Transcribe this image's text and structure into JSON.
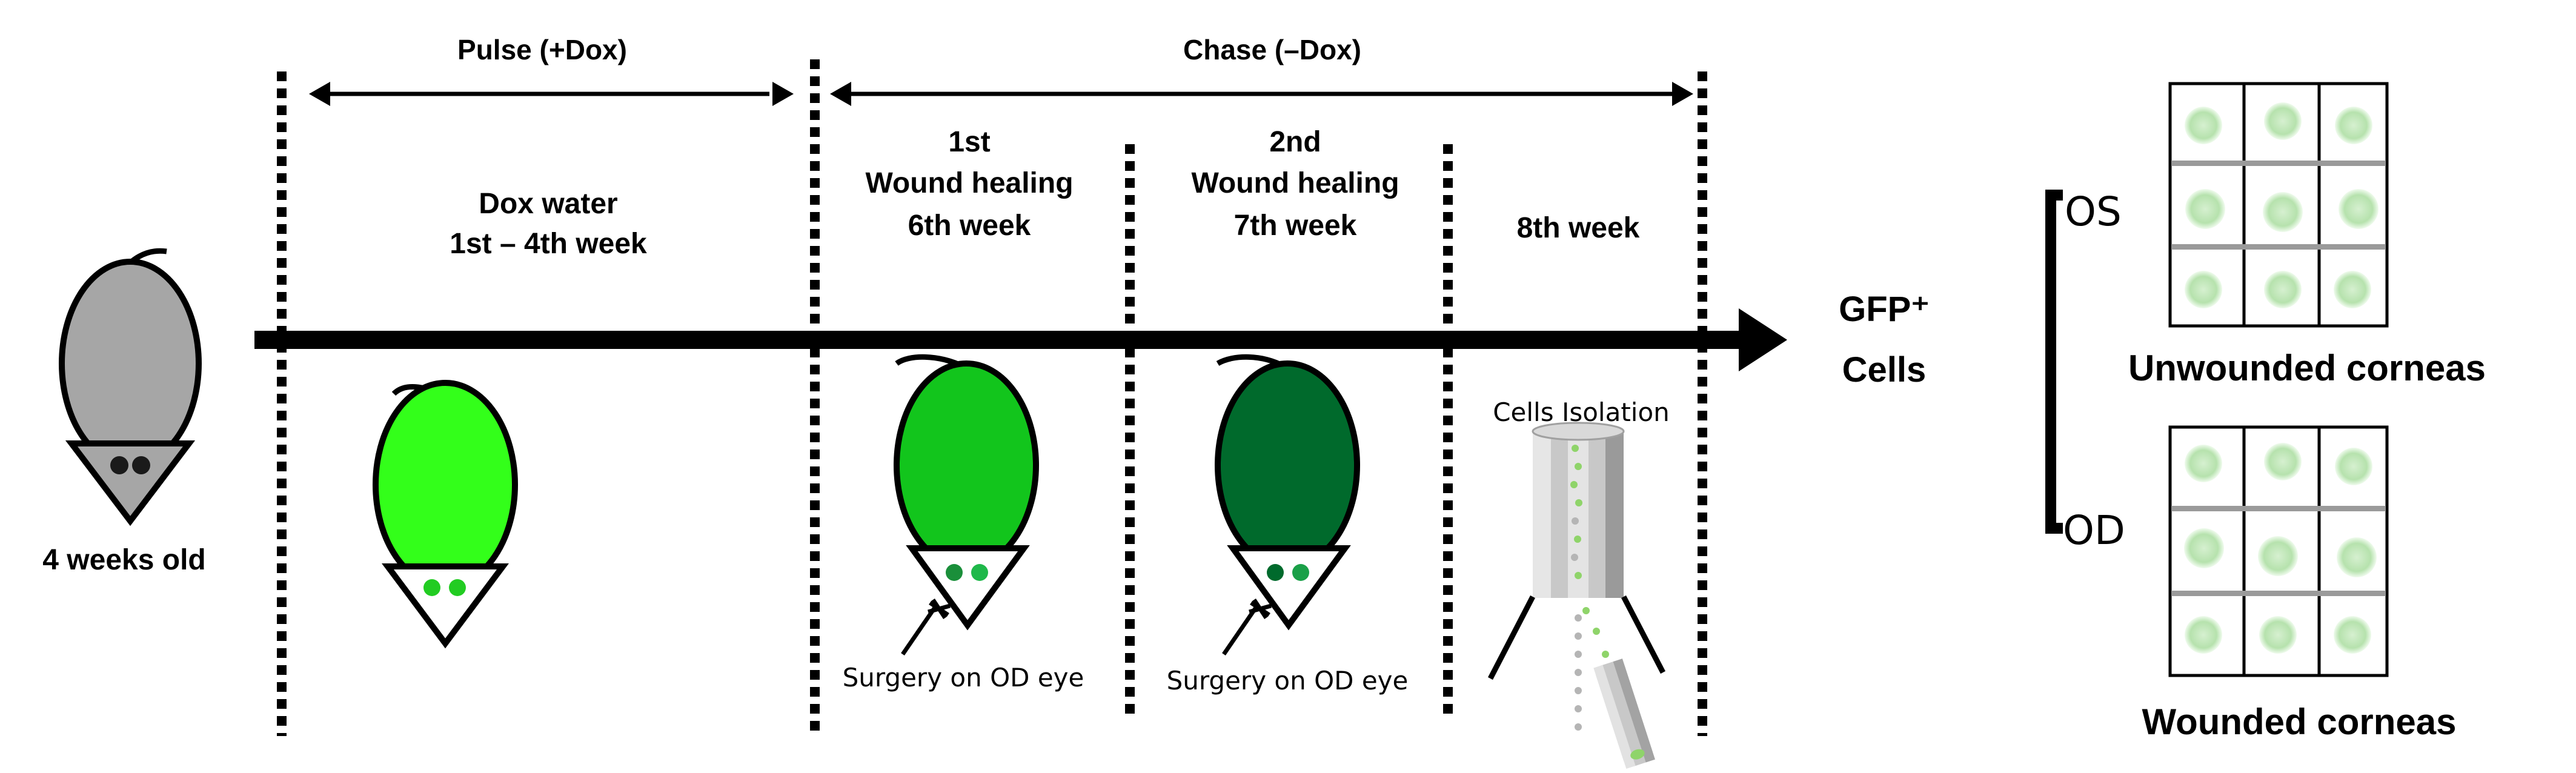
{
  "phases": {
    "pulse_label": "Pulse (+Dox)",
    "chase_label": "Chase (–Dox)"
  },
  "columns": {
    "dox_line1": "Dox water",
    "dox_line2": "1st – 4th week",
    "w1_line1": "1st",
    "w1_line2": "Wound healing",
    "w1_line3": "6th week",
    "w2_line1": "2nd",
    "w2_line2": "Wound healing",
    "w2_line3": "7th week",
    "w3_line1": "8th week"
  },
  "labels": {
    "age": "4 weeks old",
    "surgery1": "Surgery on OD eye",
    "surgery2": "Surgery on OD eye",
    "isolation": "Cells Isolation",
    "gfp": "GFP⁺",
    "cells": "Cells",
    "os": "OS",
    "od": "OD",
    "unwounded": "Unwounded corneas",
    "wounded": "Wounded corneas"
  },
  "colors": {
    "mouse_grey": "#a6a6a6",
    "mouse_pulse": "#33ff1a",
    "mouse_week6": "#12c51c",
    "mouse_week7": "#006a2c",
    "cell_green": "#bfe6b8"
  }
}
